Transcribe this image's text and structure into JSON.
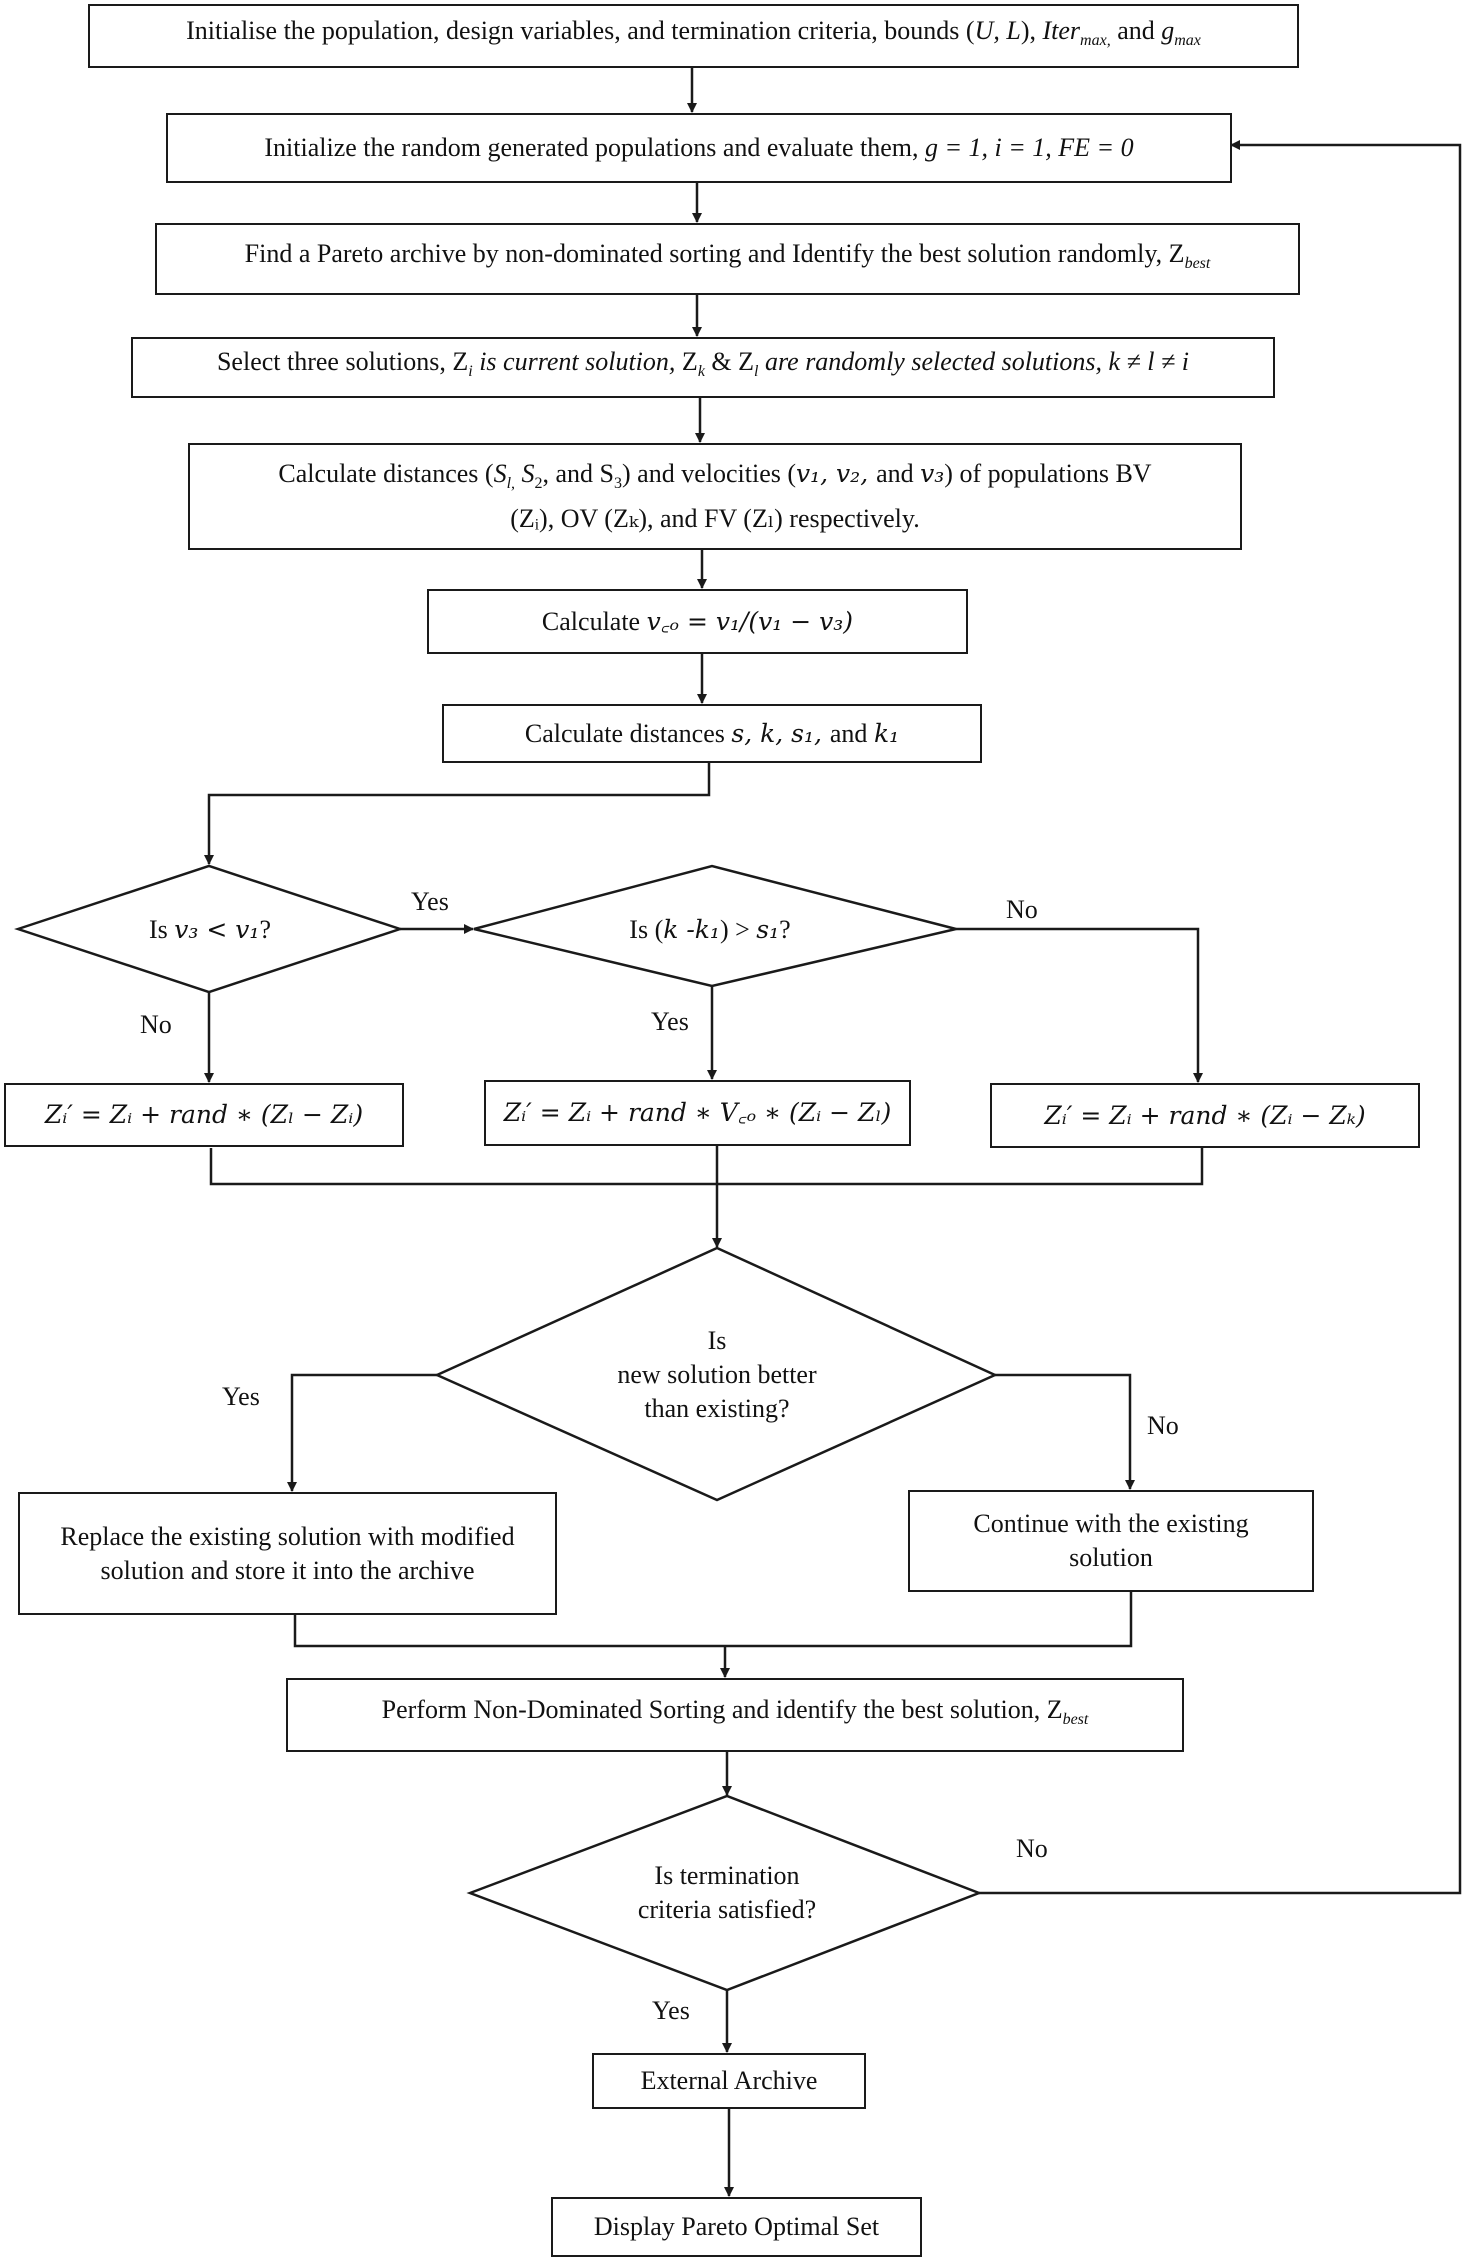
{
  "flowchart": {
    "init": {
      "pre": "Initialise the population, design variables, and termination criteria, bounds (",
      "bounds": "U, L",
      "mid": "), ",
      "iter": "Iter",
      "iter_sub": "max,",
      "and": " and ",
      "g": "g",
      "g_sub": "max"
    },
    "init_random": {
      "text": "Initialize the random generated populations and evaluate them, ",
      "vars": "g = 1, i = 1, FE = 0"
    },
    "pareto": {
      "text": "Find a Pareto archive by non-dominated sorting and Identify the best solution randomly, Z",
      "sub": "best"
    },
    "select": {
      "pre": "Select three solutions, Z",
      "i": "i",
      "t1": " is current solution, ",
      "zk": "Z",
      "k": "k",
      "amp": " & ",
      "zl": "Z",
      "l": "l",
      "t2": " are randomly selected solutions, ",
      "cond": "k ≠ l ≠ i"
    },
    "distances": {
      "line1_pre": "Calculate distances (",
      "s1": "S",
      "s1_sub": "l,",
      "s2": " S",
      "s2_sub": "2",
      "s3_pre": ", and S",
      "s3_sub": "3",
      "vel_pre": ") and velocities (",
      "vels": "v₁, v₂, ",
      "vel_and": "and ",
      "v3": "v₃",
      "line1_post": ") of populations BV",
      "line2": "(Zᵢ), OV (Zₖ), and FV (Zₗ) respectively."
    },
    "vco": {
      "label": "Calculate ",
      "formula": "v꜀ₒ = v₁/(v₁ − v₃)"
    },
    "calc_dist": {
      "label": "Calculate distances ",
      "vars": "s, k, s₁, ",
      "and": "and ",
      "k1": "k₁"
    },
    "decision1": {
      "pre": "Is ",
      "expr": "v₃ < v₁",
      "post": "?"
    },
    "decision2": {
      "pre": "Is (",
      "expr": "k -k₁",
      "post": ") >  ",
      "rhs": "s₁",
      "q": "?"
    },
    "update_left": "Zᵢ′ = Zᵢ + rand ∗ (Zₗ − Zᵢ)",
    "update_mid": "Zᵢ′ = Zᵢ + rand ∗ V꜀ₒ ∗ (Zᵢ − Zₗ)",
    "update_right": "Zᵢ′ = Zᵢ + rand ∗ (Zᵢ − Zₖ)",
    "decision3": {
      "l1": "Is",
      "l2": "new solution better",
      "l3": "than existing?"
    },
    "replace": "Replace the existing solution with modified solution and store it into the archive",
    "continue": "Continue with the existing solution",
    "nds": {
      "text": "Perform Non-Dominated Sorting and identify the best solution, Z",
      "sub": "best"
    },
    "decision4": {
      "l1": "Is termination",
      "l2": "criteria satisfied?"
    },
    "external": "External Archive",
    "display": "Display Pareto Optimal Set",
    "labels": {
      "yes1": "Yes",
      "no1": "No",
      "yes2": "Yes",
      "no2": "No",
      "yes3": "Yes",
      "no3": "No",
      "no4": "No",
      "yes4": "Yes"
    }
  }
}
